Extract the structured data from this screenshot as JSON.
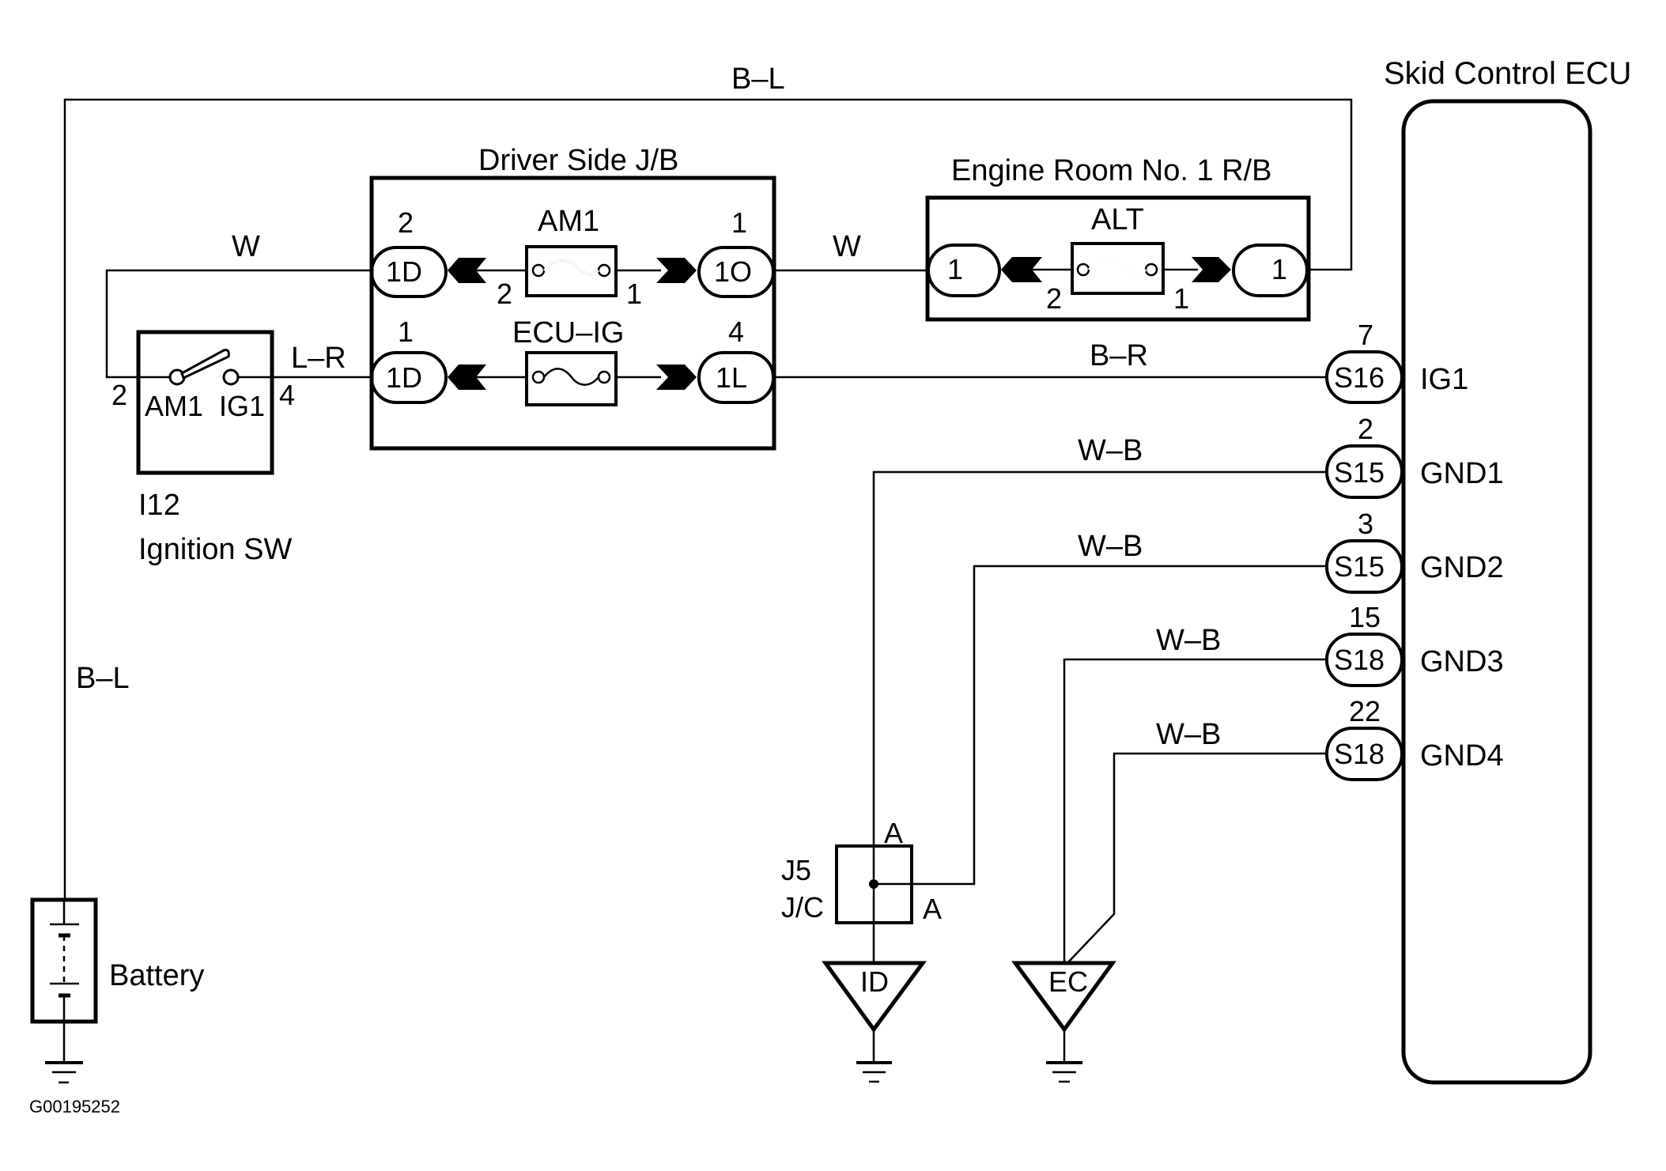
{
  "diagram": {
    "figure_id": "G00195252",
    "wire_colors": {
      "top_loop": "B–L",
      "battery_feed": "B–L",
      "ignition_to_jb_am1": "W",
      "jb_to_rb": "W",
      "ignition_out": "L–R",
      "ecu_ig1": "B–R",
      "gnd1": "W–B",
      "gnd2": "W–B",
      "gnd3": "W–B",
      "gnd4": "W–B"
    },
    "ignition_switch": {
      "code": "I12",
      "name": "Ignition SW",
      "pin_left": "2",
      "pin_right": "4",
      "contact_left": "AM1",
      "contact_right": "IG1"
    },
    "driver_side_jb": {
      "title": "Driver Side J/B",
      "fuses": [
        {
          "name": "AM1",
          "left_pin": "2",
          "right_pin": "1",
          "left_connector": {
            "code": "1D",
            "pin": "2"
          },
          "right_connector": {
            "code": "1O",
            "pin": "1"
          }
        },
        {
          "name": "ECU–IG",
          "left_connector": {
            "code": "1D",
            "pin": "1"
          },
          "right_connector": {
            "code": "1L",
            "pin": "4"
          }
        }
      ]
    },
    "engine_room_rb": {
      "title": "Engine Room No. 1 R/B",
      "fuse": {
        "name": "ALT",
        "left_pin": "2",
        "right_pin": "1",
        "left_connector": "1",
        "right_connector": "1"
      }
    },
    "ecu": {
      "title": "Skid Control ECU",
      "terminals": [
        {
          "pin": "7",
          "connector": "S16",
          "name": "IG1"
        },
        {
          "pin": "2",
          "connector": "S15",
          "name": "GND1"
        },
        {
          "pin": "3",
          "connector": "S15",
          "name": "GND2"
        },
        {
          "pin": "15",
          "connector": "S18",
          "name": "GND3"
        },
        {
          "pin": "22",
          "connector": "S18",
          "name": "GND4"
        }
      ]
    },
    "junction": {
      "code": "J5",
      "type": "J/C",
      "pin_top": "A",
      "pin_right": "A"
    },
    "grounds": [
      {
        "code": "ID"
      },
      {
        "code": "EC"
      }
    ],
    "battery": {
      "label": "Battery"
    }
  }
}
